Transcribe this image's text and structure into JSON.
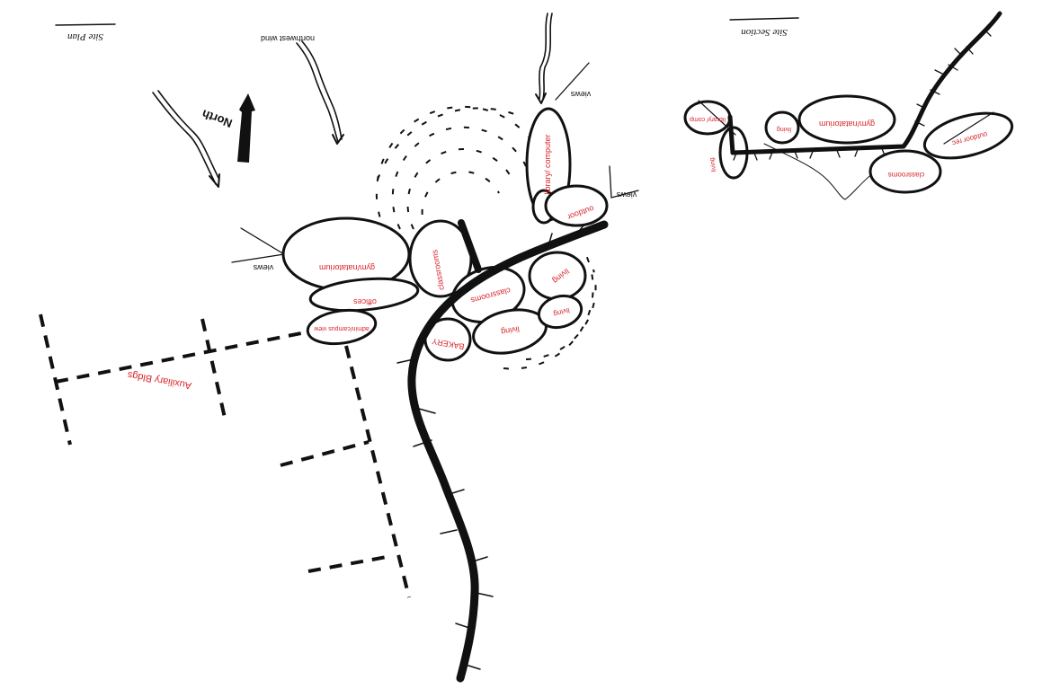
{
  "colors": {
    "ink": "#111111",
    "label_red": "#d8262c",
    "paper": "#ffffff"
  },
  "plan": {
    "title": "Site Plan",
    "north": "North",
    "wind": "northwest wind",
    "views": [
      "views",
      "views",
      "views"
    ],
    "labels": {
      "gym": "gym/natatorium",
      "offices": "offices",
      "admin": "admin/campus view",
      "classrooms_1": "classrooms",
      "library": "library/ computer",
      "outdoor": "outdoor",
      "classrooms_2": "classrooms",
      "living_1": "living",
      "living_2": "living",
      "living_3": "living",
      "bakery": "BAKERY",
      "auxiliary": "Auxiliary Bldgs"
    }
  },
  "section": {
    "title": "Site Section",
    "labels": {
      "library": "library/ comp",
      "living_1": "living",
      "living_2": "living",
      "gym": "gym/natatorium",
      "classrooms": "classrooms",
      "outdoor": "outdoor rec"
    }
  }
}
